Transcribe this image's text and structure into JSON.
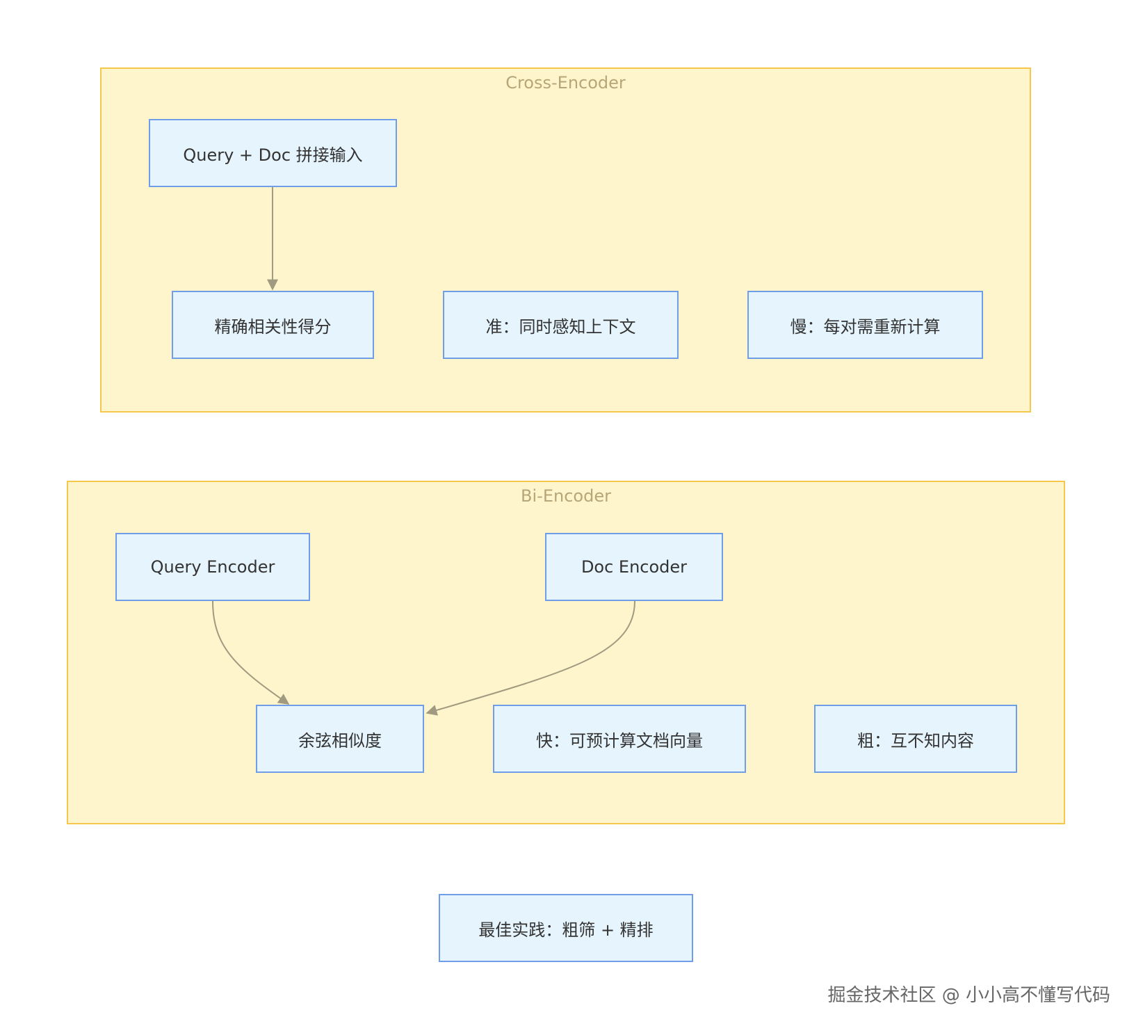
{
  "clusters": {
    "cross": {
      "title": "Cross-Encoder"
    },
    "bi": {
      "title": "Bi-Encoder"
    }
  },
  "nodes": {
    "concat_input": "Query + Doc 拼接输入",
    "precise_score": "精确相关性得分",
    "accurate": "准：同时感知上下文",
    "slow": "慢：每对需重新计算",
    "query_encoder": "Query Encoder",
    "doc_encoder": "Doc Encoder",
    "cosine": "余弦相似度",
    "fast": "快：可预计算文档向量",
    "coarse": "粗：互不知内容",
    "best_practice": "最佳实践：粗筛 + 精排"
  },
  "watermark": "掘金技术社区 @ 小小高不懂写代码",
  "colors": {
    "cluster_fill": "#fff5cc",
    "cluster_border": "#f5c84c",
    "node_fill": "#e5f4fd",
    "node_border": "#6f9de8",
    "edge": "#a09b80"
  }
}
